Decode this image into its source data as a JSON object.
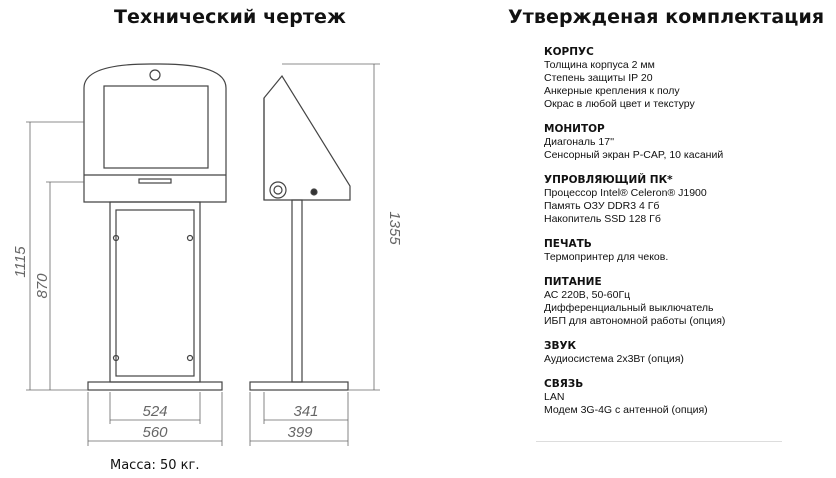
{
  "headings": {
    "drawing": "Технический чертеж",
    "specs": "Утвержденая комплектация"
  },
  "dimensions": {
    "overall_height": "1355",
    "screen_height": "1115",
    "stand_height": "870",
    "inner_width": "524",
    "outer_width": "560",
    "side_inner": "341",
    "side_outer": "399"
  },
  "sections": [
    {
      "title": "КОРПУС",
      "lines": [
        "Толщина корпуса 2 мм",
        "Степень защиты IP 20",
        "Анкерные крепления к полу",
        "Окрас в любой цвет и текстуру"
      ]
    },
    {
      "title": "МОНИТОР",
      "lines": [
        "Диагональ 17''",
        "Сенсорный экран P-CAP, 10 касаний"
      ]
    },
    {
      "title": "УПРОВЛЯЮЩИЙ ПК*",
      "lines": [
        "Процессор Intel® Celeron® J1900",
        "Память ОЗУ DDR3 4 Гб",
        "Накопитель SSD 128 Гб"
      ]
    },
    {
      "title": "ПЕЧАТЬ",
      "lines": [
        "Термопринтер для чеков."
      ]
    },
    {
      "title": "ПИТАНИЕ",
      "lines": [
        "АС 220В, 50-60Гц",
        "Дифференциальный выключатель",
        "ИБП для автономной работы (опция)"
      ]
    },
    {
      "title": "ЗВУК",
      "lines": [
        "Аудиосистема 2х3Вт (опция)"
      ]
    },
    {
      "title": "СВЯЗЬ",
      "lines": [
        "LAN",
        "Модем 3G-4G с антенной (опция)"
      ]
    }
  ],
  "mass": "Масса: 50 кг."
}
